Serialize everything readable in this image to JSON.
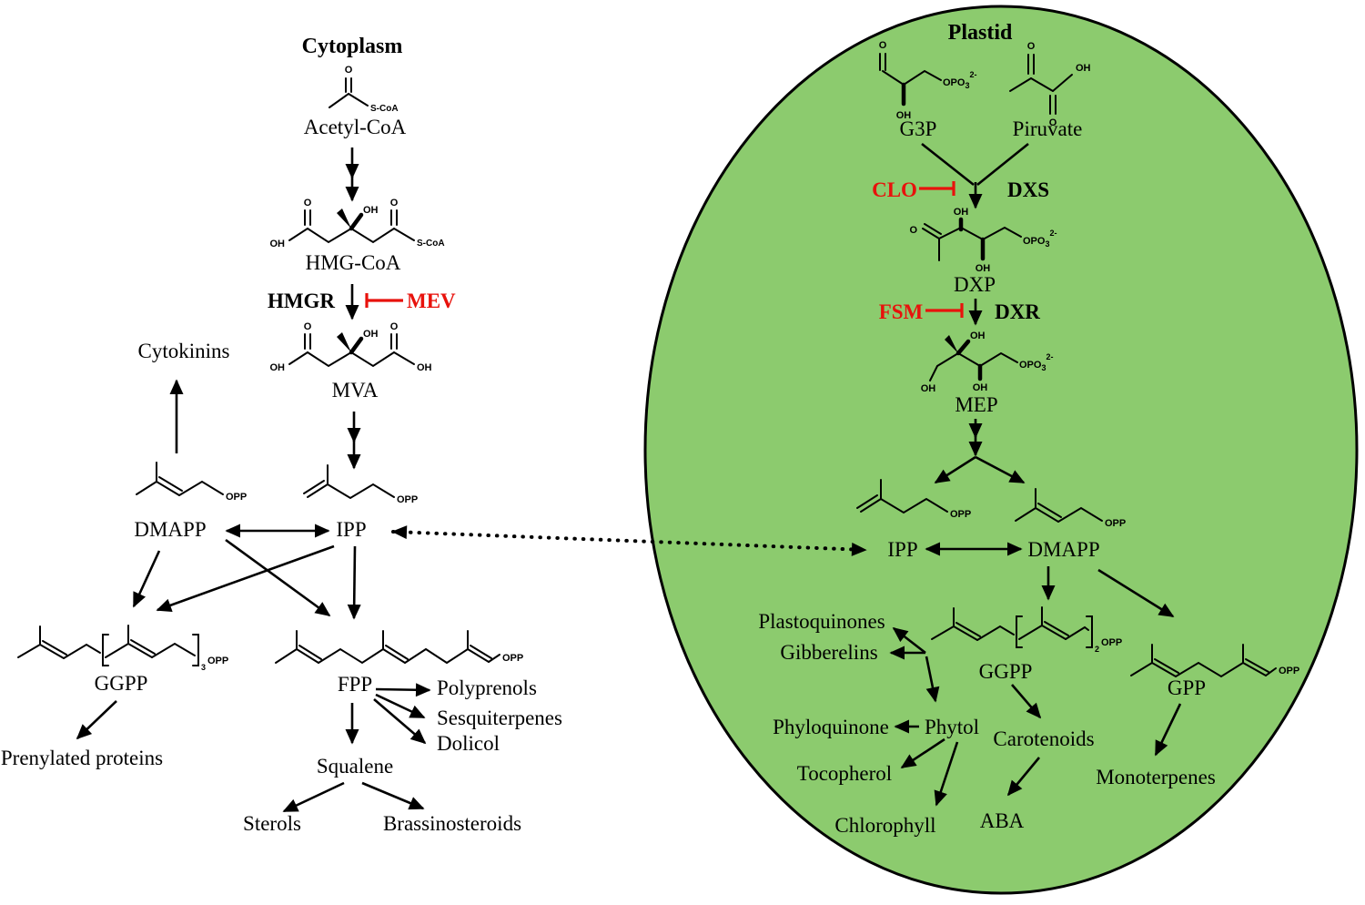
{
  "diagram": {
    "cytoplasm": {
      "title": "Cytoplasm",
      "acetyl_coa": "Acetyl-CoA",
      "hmg_coa": "HMG-CoA",
      "hmgr": "HMGR",
      "mev": "MEV",
      "mva": "MVA",
      "cytokinins": "Cytokinins",
      "dmapp": "DMAPP",
      "ipp": "IPP",
      "ggpp": "GGPP",
      "fpp": "FPP",
      "prenylated_proteins": "Prenylated proteins",
      "polyprenols": "Polyprenols",
      "sesquiterpenes": "Sesquiterpenes",
      "dolicol": "Dolicol",
      "squalene": "Squalene",
      "sterols": "Sterols",
      "brassinosteroids": "Brassinosteroids"
    },
    "plastid": {
      "title": "Plastid",
      "g3p": "G3P",
      "piruvate": "Piruvate",
      "clo": "CLO",
      "dxs": "DXS",
      "dxp": "DXP",
      "fsm": "FSM",
      "dxr": "DXR",
      "mep": "MEP",
      "ipp": "IPP",
      "dmapp": "DMAPP",
      "ggpp": "GGPP",
      "gpp": "GPP",
      "plastoquinones": "Plastoquinones",
      "gibberelins": "Gibberelins",
      "phytol": "Phytol",
      "phyloquinone": "Phyloquinone",
      "tocopherol": "Tocopherol",
      "chlorophyll": "Chlorophyll",
      "carotenoids": "Carotenoids",
      "aba": "ABA",
      "monoterpenes": "Monoterpenes"
    },
    "atoms": {
      "o": "O",
      "oh": "OH",
      "s_coa": "S-CoA",
      "opp": "OPP",
      "opo": "OPO",
      "phosphate_sub": "3",
      "phosphate_charge": "2-",
      "ggpp_repeat_cyt": "3",
      "ggpp_repeat_pla": "2"
    },
    "colors": {
      "plastid_fill": "#8ccb6e",
      "inhibitor_red": "#e8120c",
      "line_black": "#000000"
    }
  }
}
